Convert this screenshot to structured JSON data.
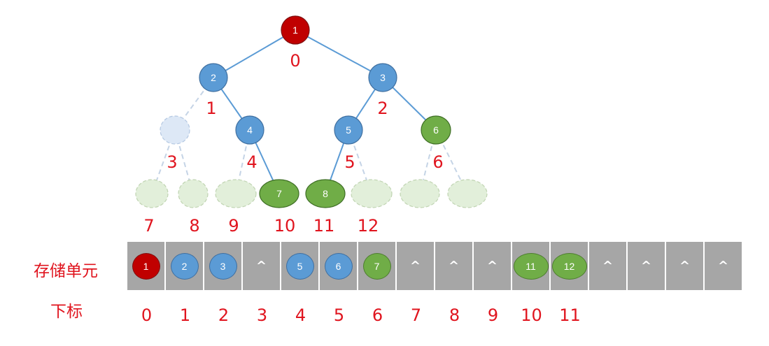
{
  "colors": {
    "red": "#c00000",
    "blue": "#5b9bd5",
    "green": "#70ad47",
    "index": "#e0141e",
    "cell": "#a6a6a6"
  },
  "tree": {
    "nodes": [
      {
        "id": "n0",
        "label": "1",
        "style": "red"
      },
      {
        "id": "n1",
        "label": "2",
        "style": "blue"
      },
      {
        "id": "n2",
        "label": "3",
        "style": "blue"
      },
      {
        "id": "n3",
        "label": "",
        "style": "ghost-blue"
      },
      {
        "id": "n4",
        "label": "4",
        "style": "blue"
      },
      {
        "id": "n5",
        "label": "5",
        "style": "blue"
      },
      {
        "id": "n6",
        "label": "6",
        "style": "green"
      },
      {
        "id": "n7",
        "label": "",
        "style": "ghost-green"
      },
      {
        "id": "n8",
        "label": "",
        "style": "ghost-green"
      },
      {
        "id": "n9",
        "label": "",
        "style": "ghost-green"
      },
      {
        "id": "n10",
        "label": "7",
        "style": "green"
      },
      {
        "id": "n11",
        "label": "8",
        "style": "green"
      },
      {
        "id": "n12",
        "label": "",
        "style": "ghost-green"
      },
      {
        "id": "n13",
        "label": "",
        "style": "ghost-green"
      },
      {
        "id": "n14",
        "label": "",
        "style": "ghost-green"
      }
    ],
    "edges": [
      {
        "from": "n0",
        "to": "n1",
        "dashed": false
      },
      {
        "from": "n0",
        "to": "n2",
        "dashed": false
      },
      {
        "from": "n1",
        "to": "n3",
        "dashed": true
      },
      {
        "from": "n1",
        "to": "n4",
        "dashed": false
      },
      {
        "from": "n2",
        "to": "n5",
        "dashed": false
      },
      {
        "from": "n2",
        "to": "n6",
        "dashed": false
      },
      {
        "from": "n3",
        "to": "n7",
        "dashed": true
      },
      {
        "from": "n3",
        "to": "n8",
        "dashed": true
      },
      {
        "from": "n4",
        "to": "n9",
        "dashed": true
      },
      {
        "from": "n4",
        "to": "n10",
        "dashed": false
      },
      {
        "from": "n5",
        "to": "n11",
        "dashed": false
      },
      {
        "from": "n5",
        "to": "n12",
        "dashed": true
      },
      {
        "from": "n6",
        "to": "n13",
        "dashed": true
      },
      {
        "from": "n6",
        "to": "n14",
        "dashed": true
      }
    ],
    "index_labels": [
      "0",
      "1",
      "2",
      "3",
      "4",
      "5",
      "6",
      "7",
      "8",
      "9",
      "10",
      "11",
      "12"
    ]
  },
  "array": {
    "storage_label": "存储单元",
    "subscript_label": "下标",
    "cells": [
      {
        "value": "1",
        "style": "red"
      },
      {
        "value": "2",
        "style": "blue"
      },
      {
        "value": "3",
        "style": "blue"
      },
      {
        "value": "^",
        "style": "empty"
      },
      {
        "value": "5",
        "style": "blue"
      },
      {
        "value": "6",
        "style": "blue"
      },
      {
        "value": "7",
        "style": "green"
      },
      {
        "value": "^",
        "style": "empty"
      },
      {
        "value": "^",
        "style": "empty"
      },
      {
        "value": "^",
        "style": "empty"
      },
      {
        "value": "11",
        "style": "green"
      },
      {
        "value": "12",
        "style": "green"
      },
      {
        "value": "^",
        "style": "empty"
      },
      {
        "value": "^",
        "style": "empty"
      },
      {
        "value": "^",
        "style": "empty"
      },
      {
        "value": "^",
        "style": "empty"
      }
    ],
    "indices": [
      "0",
      "1",
      "2",
      "3",
      "4",
      "5",
      "6",
      "7",
      "8",
      "9",
      "10",
      "11"
    ]
  }
}
